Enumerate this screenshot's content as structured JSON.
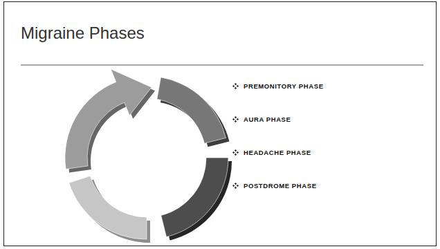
{
  "diagram": {
    "title": "Migraine Phases",
    "labels": [
      "PREMONITORY PHASE",
      "AURA PHASE",
      "HEADACHE PHASE",
      "POSTDROME PHASE"
    ]
  }
}
